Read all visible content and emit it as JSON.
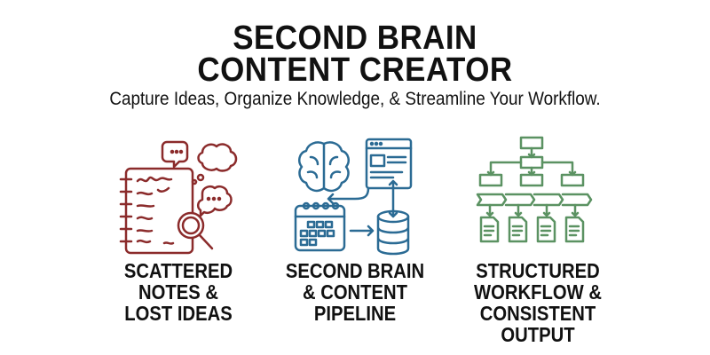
{
  "header": {
    "title_line1": "SECOND BRAIN",
    "title_line2": "CONTENT CREATOR",
    "subtitle": "Capture Ideas, Organize Knowledge, & Streamline Your Workflow."
  },
  "panels": [
    {
      "icon": "notebook-magnifier-icon",
      "color": "#8b2b2b",
      "label_lines": [
        "SCATTERED",
        "NOTES &",
        "LOST IDEAS"
      ]
    },
    {
      "icon": "brain-pipeline-icon",
      "color": "#2b6b94",
      "label_lines": [
        "SECOND BRAIN",
        "& CONTENT",
        "PIPELINE"
      ]
    },
    {
      "icon": "workflow-tree-icon",
      "color": "#5b9262",
      "label_lines": [
        "STRUCTURED",
        "WORKFLOW &",
        "CONSISTENT OUTPUT"
      ]
    }
  ]
}
